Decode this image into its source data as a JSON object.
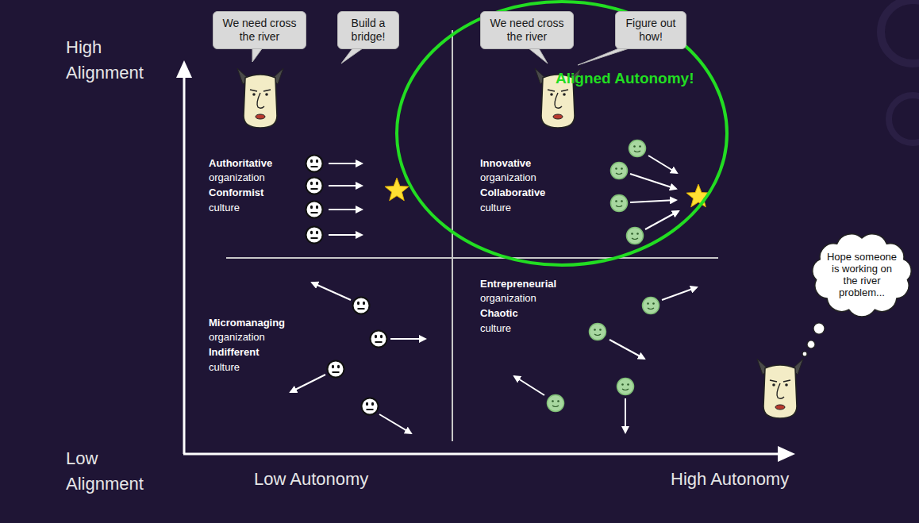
{
  "diagram": {
    "nodes": [
      {
        "text": [
          "We need cross the river"
        ]
      },
      {
        "text": [
          "Build a bridge!"
        ]
      },
      {
        "text": [
          "We need cross the river"
        ]
      },
      {
        "text": [
          "Figure out how!"
        ]
      },
      {
        "text": [
          "Aligned Autonomy!"
        ]
      },
      {
        "text": [
          "Hope someone is working on the river problem..."
        ]
      }
    ],
    "labels": [
      "High Alignment",
      "Low Alignment",
      "Low Autonomy",
      "High Autonomy",
      "Authoritative",
      "organization",
      "Conformist",
      "culture",
      "Innovative",
      "organization",
      "Collaborative",
      "culture",
      "Micromanaging",
      "organization",
      "Indifferent",
      "culture",
      "Entrepreneurial",
      "organization",
      "Chaotic",
      "culture"
    ]
  }
}
